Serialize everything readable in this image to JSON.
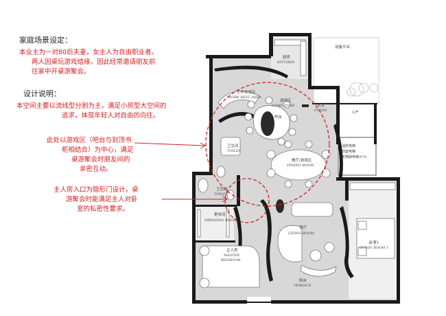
{
  "notes": {
    "scene_title": "家庭场景设定：",
    "scene_lines": [
      "本业主为一对80后夫妻，女主人为自由职业者。",
      "两人因桌玩游戏结缘，因此经常邀请朋友前",
      "往家中开桌游聚会。"
    ],
    "design_title": "设计说明：",
    "design_lines": [
      "本空间主要以流线型分割为主，满足小房型大空间的",
      "追求，体现年轻人对自由的向往。"
    ],
    "game_lines": [
      "此处以游戏区（吧台与到顶书",
      "柜相结合）为中心，满足",
      "桌游聚会时朋友间的",
      "亲密互动。"
    ],
    "master_lines": [
      "主人房入口为隐形门设计，桌",
      "游聚会时能满足主人对卧",
      "室的私密性要求。"
    ]
  },
  "rooms": {
    "kitchen_cn": "厨房",
    "kitchen_en": "KITCHEN",
    "platform_cn": "设备平台",
    "work_cn": "工作休息区",
    "work_en": "WORK REST AREA",
    "game_cn": "游戏区",
    "game_en": "GAME ZONE",
    "bar_cn": "吧台",
    "foyer_cn": "玄关",
    "foyer_en": "FOYER",
    "entry_cn": "入户",
    "toilet1_cn": "卫生间",
    "toilet1_en": "TOILET",
    "dining_cn": "餐厅/游戏区",
    "dining_en": "DINING ROOM",
    "elevator_lines": [
      "消防电梯",
      "前室电梯",
      "无障碍电梯/07S"
    ],
    "toilet2_cn": "卫生间",
    "toilet2_en": "TOILET",
    "dressing_cn": "更衣间",
    "dressing_en": "DRESSING ROOM",
    "living_cn": "客厅",
    "living_en": "LIVING ROOM",
    "guest_cn": "卧室1",
    "guest_en": "GUEST ROOM 1",
    "master_cn": "主人房",
    "master_en": "MASTER BEDROOM",
    "terrace_cn": "阳台",
    "terrace_en": "TERRACE"
  },
  "colors": {
    "accent_red": "#d42020",
    "wall": "#1a1a1a",
    "floor_gray": "#d6d6d6"
  }
}
